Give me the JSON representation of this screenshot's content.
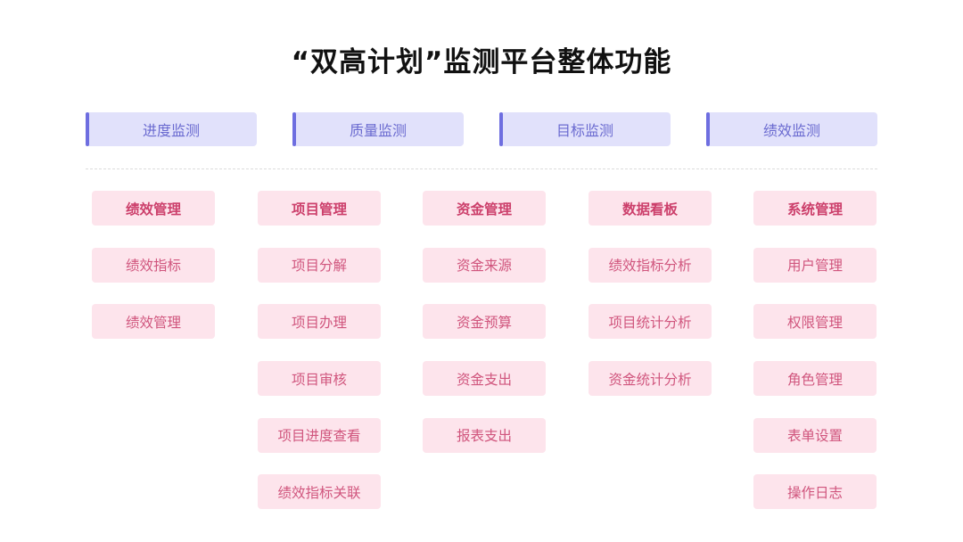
{
  "title": "“双高计划”监测平台整体功能",
  "colors": {
    "category_bg": "#e1e1fb",
    "category_bar": "#6e6ee0",
    "category_text": "#6a6ad0",
    "item_bg": "#fde4ec",
    "item_text": "#d0557d",
    "item_head_text": "#cc3f6b"
  },
  "categories": [
    "进度监测",
    "质量监测",
    "目标监测",
    "绩效监测"
  ],
  "columns": [
    {
      "items": [
        "绩效管理",
        "绩效指标",
        "绩效管理"
      ]
    },
    {
      "items": [
        "项目管理",
        "项目分解",
        "项目办理",
        "项目审核",
        "项目进度查看",
        "绩效指标关联"
      ]
    },
    {
      "items": [
        "资金管理",
        "资金来源",
        "资金预算",
        "资金支出",
        "报表支出"
      ]
    },
    {
      "items": [
        "数据看板",
        "绩效指标分析",
        "项目统计分析",
        "资金统计分析"
      ]
    },
    {
      "items": [
        "系统管理",
        "用户管理",
        "权限管理",
        "角色管理",
        "表单设置",
        "操作日志"
      ]
    }
  ]
}
